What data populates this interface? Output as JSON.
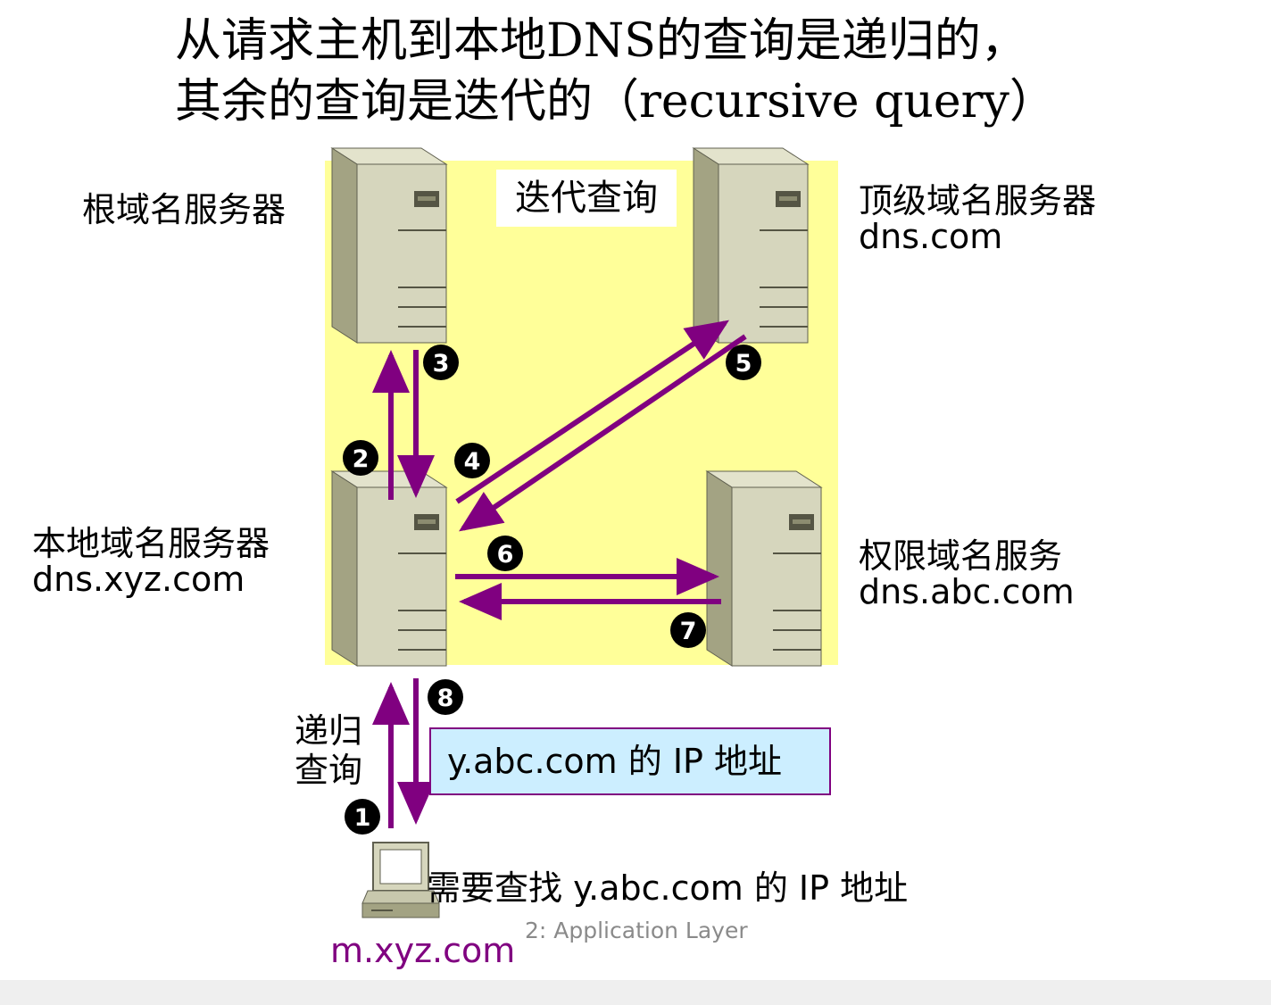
{
  "title": {
    "line1": "从请求主机到本地DNS的查询是递归的，",
    "line2": "其余的查询是迭代的（recursive query）"
  },
  "iterative_label": "迭代查询",
  "root_server": {
    "label": "根域名服务器"
  },
  "tld_server": {
    "label": "顶级域名服务器",
    "host": "dns.com"
  },
  "local_server": {
    "label": "本地域名服务器",
    "host": "dns.xyz.com"
  },
  "authoritative_server": {
    "label": "权限域名服务",
    "host": "dns.abc.com"
  },
  "recursive_label": {
    "line1": "递归",
    "line2": "查询"
  },
  "answer_box": "y.abc.com 的 IP 地址",
  "requesting_host": {
    "need_text": "需要查找 y.abc.com 的 IP 地址",
    "host": "m.xyz.com"
  },
  "steps": [
    "1",
    "2",
    "3",
    "4",
    "5",
    "6",
    "7",
    "8"
  ],
  "footer": "2: Application Layer",
  "colors": {
    "panel_background": "#ffff99",
    "arrow": "#800080",
    "answer_box_fill": "#cceeff",
    "host_label": "#800080",
    "server_body": "#d6d6bd",
    "server_side": "#a3a383",
    "server_top": "#e3e3cc"
  }
}
